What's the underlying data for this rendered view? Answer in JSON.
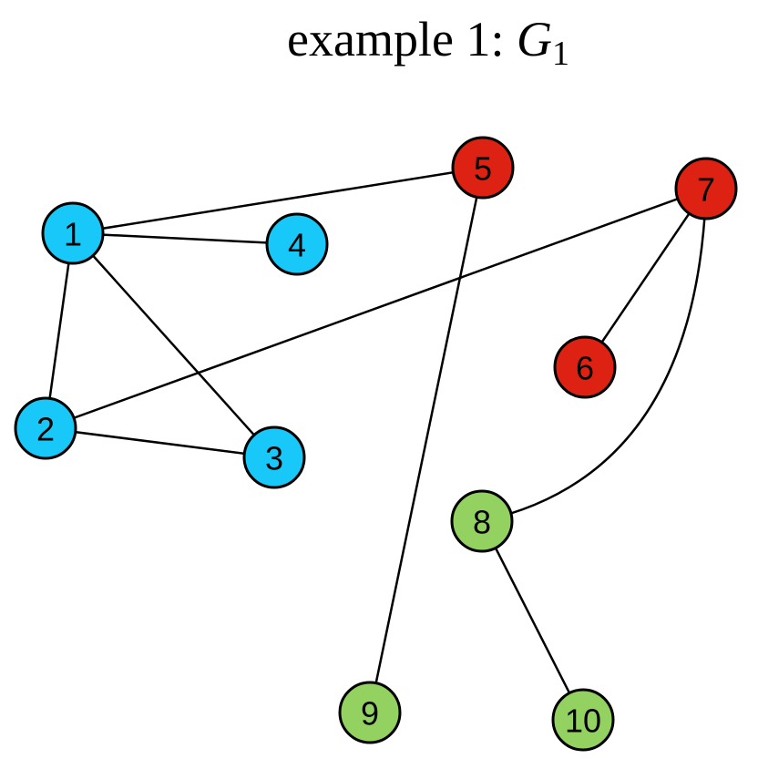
{
  "title": {
    "text": "example 1: ",
    "symbol": "G",
    "subscript": "1"
  },
  "colors": {
    "group_a": "#17c8f8",
    "group_b": "#dd2112",
    "group_c": "#93d161",
    "stroke": "#000000"
  },
  "nodes": [
    {
      "id": "1",
      "label": "1",
      "group": "group_a"
    },
    {
      "id": "2",
      "label": "2",
      "group": "group_a"
    },
    {
      "id": "3",
      "label": "3",
      "group": "group_a"
    },
    {
      "id": "4",
      "label": "4",
      "group": "group_a"
    },
    {
      "id": "5",
      "label": "5",
      "group": "group_b"
    },
    {
      "id": "6",
      "label": "6",
      "group": "group_b"
    },
    {
      "id": "7",
      "label": "7",
      "group": "group_b"
    },
    {
      "id": "8",
      "label": "8",
      "group": "group_c"
    },
    {
      "id": "9",
      "label": "9",
      "group": "group_c"
    },
    {
      "id": "10",
      "label": "10",
      "group": "group_c"
    }
  ],
  "edges": [
    {
      "from": "1",
      "to": "5"
    },
    {
      "from": "1",
      "to": "4"
    },
    {
      "from": "1",
      "to": "2"
    },
    {
      "from": "1",
      "to": "3"
    },
    {
      "from": "2",
      "to": "3"
    },
    {
      "from": "2",
      "to": "7"
    },
    {
      "from": "5",
      "to": "9"
    },
    {
      "from": "7",
      "to": "6"
    },
    {
      "from": "7",
      "to": "8"
    },
    {
      "from": "8",
      "to": "10"
    }
  ]
}
